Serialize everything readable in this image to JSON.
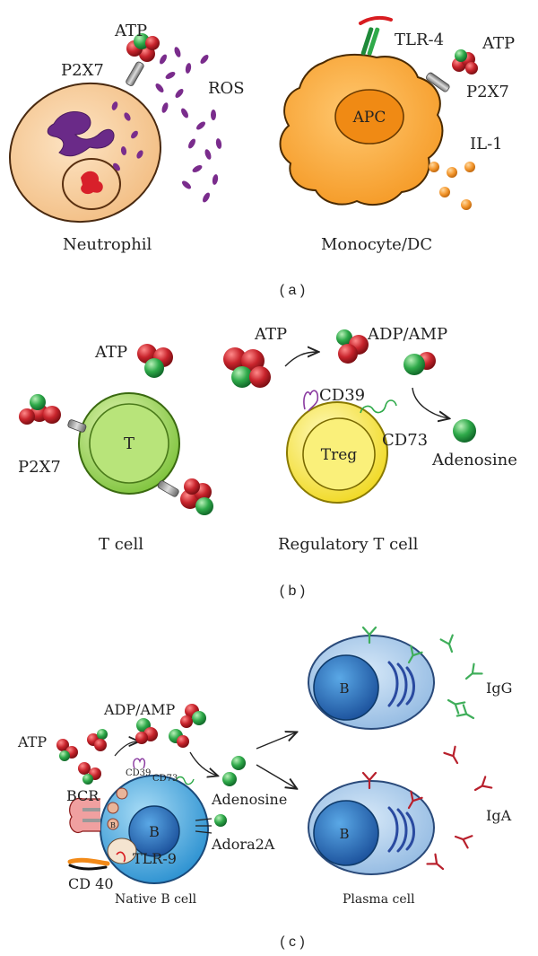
{
  "panels": {
    "a": {
      "caption": "( a )",
      "neutrophil": {
        "name": "Neutrophil",
        "atp": "ATP",
        "p2x7": "P2X7",
        "ros": "ROS"
      },
      "monocyte": {
        "name": "Monocyte/DC",
        "apc": "APC",
        "tlr4": "TLR-4",
        "atp": "ATP",
        "p2x7": "P2X7",
        "il1": "IL-1"
      }
    },
    "b": {
      "caption": "( b )",
      "tcell": {
        "name": "T cell",
        "nucleus": "T",
        "atp": "ATP",
        "p2x7": "P2X7"
      },
      "treg": {
        "name": "Regulatory T cell",
        "nucleus": "Treg",
        "atp": "ATP",
        "adp_amp": "ADP/AMP",
        "cd39": "CD39",
        "cd73": "CD73",
        "adenosine": "Adenosine"
      }
    },
    "c": {
      "caption": "( c )",
      "bcell": {
        "name": "Native B cell",
        "nucleus": "B",
        "atp": "ATP",
        "adp_amp": "ADP/AMP",
        "bcr": "BCR",
        "cd40": "CD 40",
        "tlr9": "TLR-9",
        "cd39": "CD39",
        "cd73": "CD73",
        "adenosine": "Adenosine",
        "adora2a": "Adora2A",
        "granule": "B"
      },
      "plasma": {
        "name": "Plasma cell",
        "nucleus": "B",
        "igg": "IgG",
        "iga": "IgA"
      }
    }
  },
  "colors": {
    "atp_red": "#c0262c",
    "atp_green": "#2faa4a",
    "ros_purple": "#7a2c8c",
    "neutrophil_cyto": "#f6cfa0",
    "apc_orange": "#f7a83a",
    "tcell_green": "#8fcf4a",
    "treg_yellow": "#f6e53a",
    "bcell_blue": "#3aa3dc",
    "plasma_blue": "#9cc2e6",
    "igg_green": "#3fae5a",
    "iga_red": "#b8202c"
  }
}
